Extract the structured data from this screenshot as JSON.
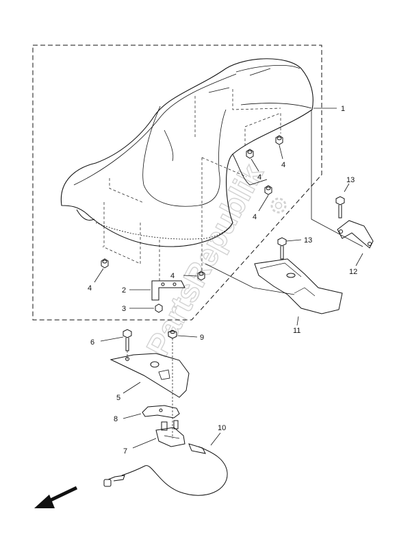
{
  "watermark": "PartsRepublik",
  "callouts": [
    "1",
    "2",
    "3",
    "4",
    "4",
    "4",
    "4",
    "4",
    "5",
    "6",
    "7",
    "8",
    "9",
    "10",
    "11",
    "12",
    "13",
    "13"
  ],
  "icons": {
    "direction_arrow": "front-direction-arrow-icon",
    "watermark_badge": "gear-icon"
  },
  "colors": {
    "line": "#111111",
    "watermark": "#d2d2d2"
  }
}
